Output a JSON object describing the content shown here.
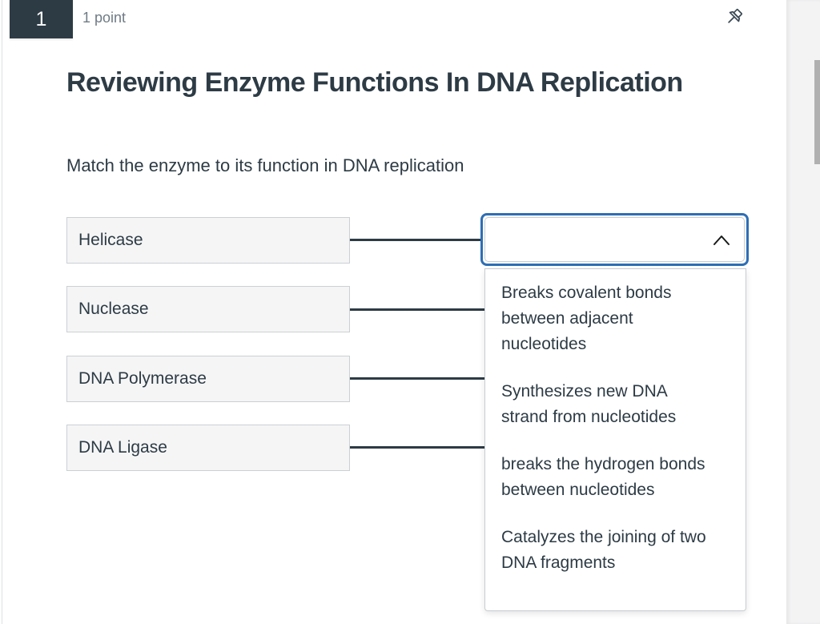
{
  "header": {
    "question_number": "1",
    "points": "1 point"
  },
  "question": {
    "title": "Reviewing Enzyme Functions In DNA Replication",
    "prompt": "Match the enzyme to its function in DNA replication"
  },
  "enzymes": [
    "Helicase",
    "Nuclease",
    "DNA Polymerase",
    "DNA Ligase"
  ],
  "dropdown": {
    "value": "",
    "options": [
      "Breaks covalent bonds between adjacent nucleotides",
      "Synthesizes new DNA strand from nucleotides",
      "breaks the hydrogen bonds between nucleotides",
      "Catalyzes the joining of two DNA fragments"
    ]
  },
  "icons": {
    "pin": "pushpin-icon",
    "chevron": "chevron-up-icon"
  },
  "colors": {
    "dark_navy": "#2d3b45",
    "focus_blue": "#2d6eb4",
    "muted_text": "#6f7b85",
    "box_bg": "#f5f5f6",
    "border_gray": "#c7cdd1",
    "scroll_thumb": "#b0b0b0"
  }
}
